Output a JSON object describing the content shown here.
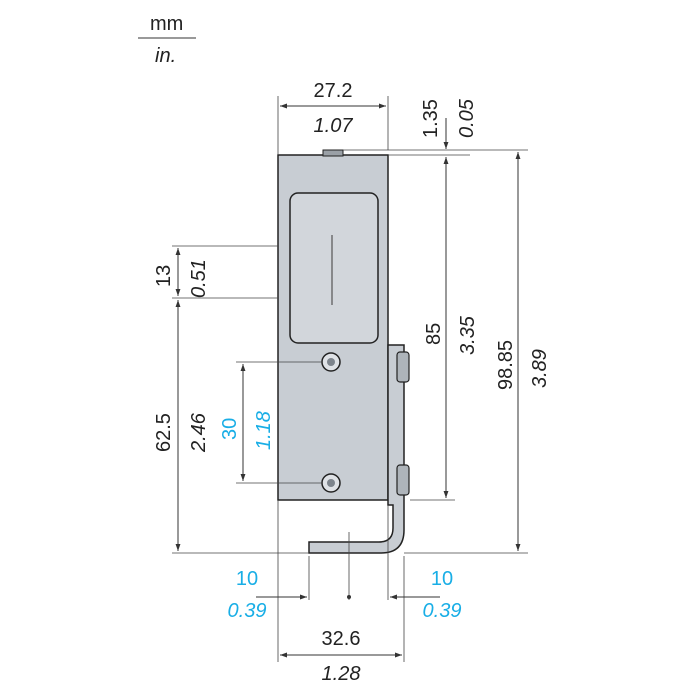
{
  "units": {
    "metric": "mm",
    "imperial": "in."
  },
  "dimensions": {
    "width_top": {
      "mm": "27.2",
      "in": "1.07"
    },
    "tab": {
      "mm": "1.35",
      "in": "0.05"
    },
    "window": {
      "mm": "13",
      "in": "0.51"
    },
    "lower": {
      "mm": "62.5",
      "in": "2.46"
    },
    "hole_pitch": {
      "mm": "30",
      "in": "1.18"
    },
    "body": {
      "mm": "85",
      "in": "3.35"
    },
    "overall": {
      "mm": "98.85",
      "in": "3.89"
    },
    "left_offset": {
      "mm": "10",
      "in": "0.39"
    },
    "right_offset": {
      "mm": "10",
      "in": "0.39"
    },
    "base": {
      "mm": "32.6",
      "in": "1.28"
    }
  },
  "colors": {
    "line": "#333333",
    "body": "#c8cdd3",
    "accent": "#19aee6",
    "text": "#222222"
  }
}
